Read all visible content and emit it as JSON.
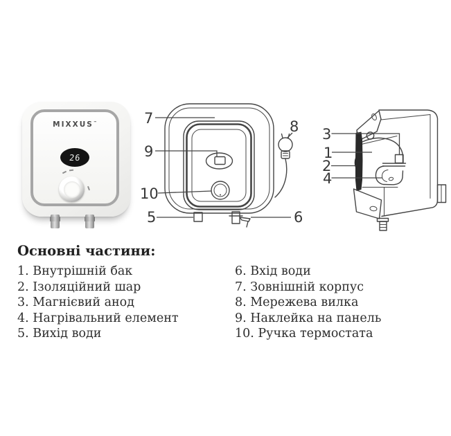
{
  "page": {
    "background": "#ffffff"
  },
  "product_photo": {
    "brand": "MIXXUS",
    "trademark_mark": "™",
    "display_value": "26",
    "colors": {
      "body": "#f5f5f3",
      "ring": "#a6a6a6",
      "display_bg": "#141414",
      "display_digits": "#eef0ee"
    }
  },
  "front_diagram": {
    "stroke_color": "#454545",
    "callouts": [
      {
        "number": "7",
        "points_to": "outer-casing"
      },
      {
        "number": "9",
        "points_to": "panel-sticker"
      },
      {
        "number": "10",
        "points_to": "thermostat-knob"
      },
      {
        "number": "5",
        "points_to": "water-outlet"
      },
      {
        "number": "8",
        "points_to": "power-plug"
      },
      {
        "number": "6",
        "points_to": "water-inlet"
      }
    ]
  },
  "side_diagram": {
    "stroke_color": "#454545",
    "callouts": [
      {
        "number": "3",
        "points_to": "magnesium-anode"
      },
      {
        "number": "1",
        "points_to": "inner-tank"
      },
      {
        "number": "2",
        "points_to": "insulation-layer"
      },
      {
        "number": "4",
        "points_to": "heating-element"
      }
    ]
  },
  "legend": {
    "title": "Основні частини:",
    "items_left": [
      "1. Внутрішній бак",
      "2. Ізоляційний шар",
      "3. Магнієвий анод",
      "4. Нагрівальний елемент",
      "5. Вихід води"
    ],
    "items_right": [
      "6. Вхід води",
      "7. Зовнішній корпус",
      "8. Мережева вилка",
      "9. Наклейка на панель",
      "10. Ручка термостата"
    ]
  }
}
